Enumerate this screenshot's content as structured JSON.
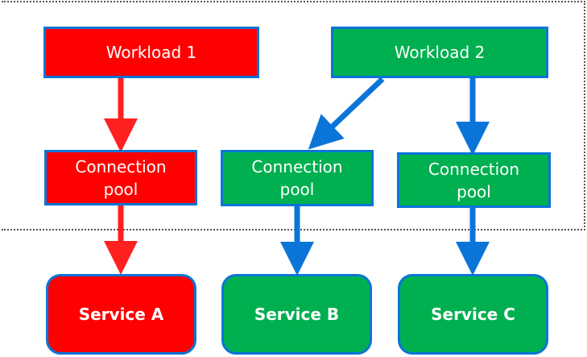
{
  "workloads": [
    {
      "label": "Workload 1",
      "color": "#ff0000"
    },
    {
      "label": "Workload 2",
      "color": "#00b050"
    }
  ],
  "pools": [
    {
      "label": "Connection\npool",
      "color": "#ff0000"
    },
    {
      "label": "Connection\npool",
      "color": "#00b050"
    },
    {
      "label": "Connection\npool",
      "color": "#00b050"
    }
  ],
  "services": [
    {
      "label": "Service A",
      "color": "#ff0000"
    },
    {
      "label": "Service B",
      "color": "#00b050"
    },
    {
      "label": "Service C",
      "color": "#00b050"
    }
  ],
  "colors": {
    "border": "#0b74d9",
    "arrow_red": "#ff2020",
    "arrow_blue": "#0b74d9",
    "boundary": "#555555"
  }
}
